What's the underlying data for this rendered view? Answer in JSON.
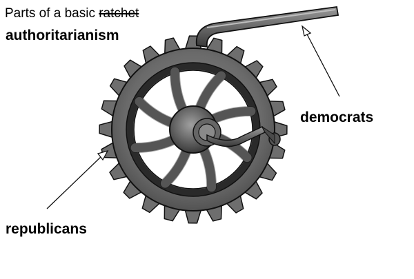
{
  "title": {
    "prefix": "Parts of a basic ",
    "struck_word": "ratchet",
    "replacement": "authoritarianism"
  },
  "labels": {
    "democrats": "democrats",
    "republicans": "republicans"
  },
  "colors": {
    "metal": "#6f6f6f",
    "metal_dark": "#3e3e3e",
    "outline": "#111111",
    "text": "#000000"
  }
}
